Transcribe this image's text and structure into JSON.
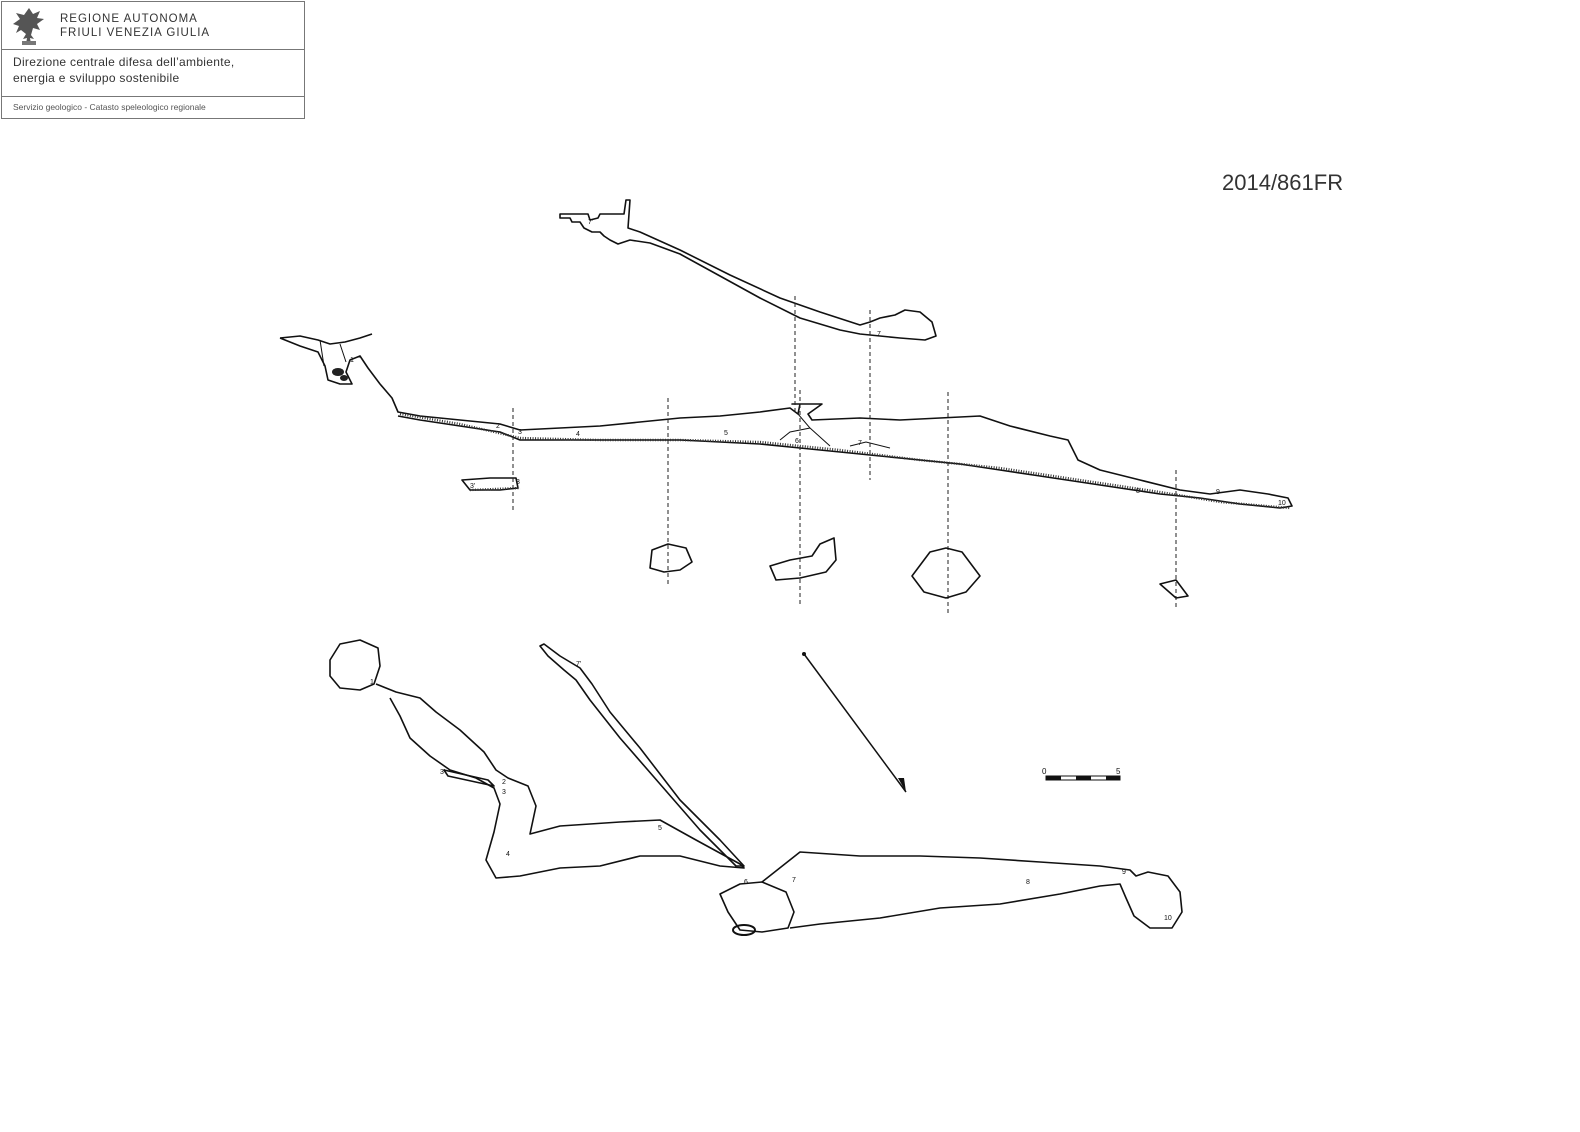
{
  "header": {
    "region_line1": "REGIONE AUTONOMA",
    "region_line2": "FRIULI VENEZIA GIULIA",
    "dept_line1": "Direzione centrale difesa dell’ambiente,",
    "dept_line2": "energia e sviluppo sostenibile",
    "service": "Servizio geologico - Catasto speleologico regionale"
  },
  "document_code": "2014/861FR",
  "survey": {
    "profile_stations": [
      "1",
      "2",
      "3",
      "4",
      "5",
      "6",
      "7",
      "8",
      "9",
      "10"
    ],
    "side_passage_labels": [
      "7'",
      "7",
      "3'",
      "3"
    ],
    "plan_stations": [
      "1",
      "2",
      "3",
      "3'",
      "4",
      "5",
      "6",
      "7'",
      "7",
      "8",
      "9",
      "10"
    ],
    "scale": {
      "start": "0",
      "end": "5"
    }
  },
  "colors": {
    "ink": "#111111",
    "frame": "#777777"
  }
}
